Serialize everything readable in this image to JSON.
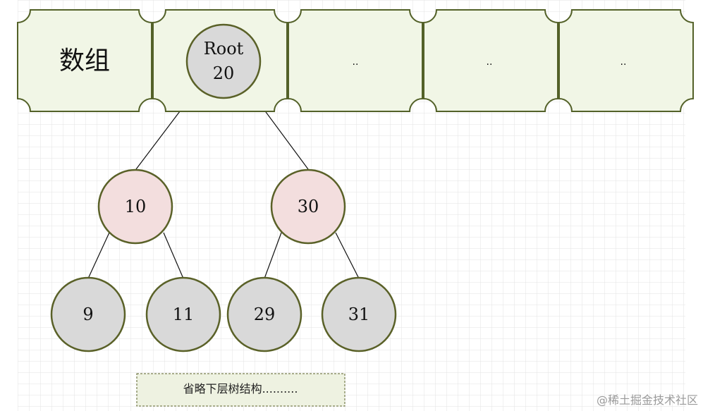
{
  "array": {
    "label": "数组",
    "cells": [
      "",
      "",
      "..",
      "..",
      ".."
    ]
  },
  "tree": {
    "root": {
      "label": "Root",
      "value": "20"
    },
    "level1": [
      {
        "value": "10"
      },
      {
        "value": "30"
      }
    ],
    "level2": [
      {
        "value": "9"
      },
      {
        "value": "11"
      },
      {
        "value": "29"
      },
      {
        "value": "31"
      }
    ]
  },
  "note": "省略下层树结构..........",
  "watermark": "@稀土掘金技术社区",
  "colors": {
    "cell_fill": "#f1f6e6",
    "cell_stroke": "#536128",
    "root_fill": "#d9d9d9",
    "level1_fill": "#f3dede",
    "level2_fill": "#d9d9d9",
    "node_stroke": "#5a6128",
    "edge": "#111111",
    "grid": "#e0e0e0"
  }
}
